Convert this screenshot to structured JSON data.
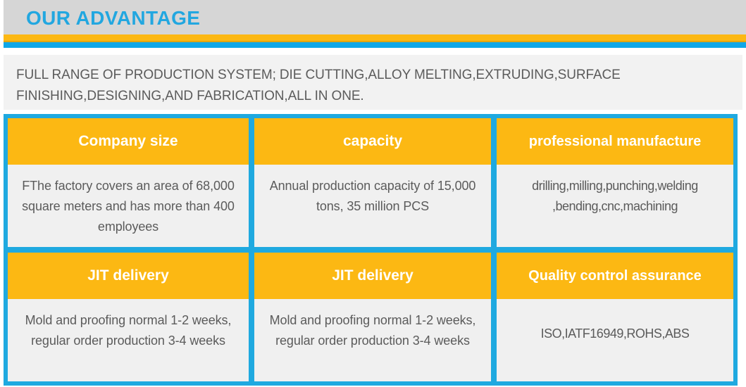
{
  "header": {
    "title": "OUR ADVANTAGE",
    "title_color": "#22a7e0",
    "band_color": "#d6d6d6",
    "stripe_orange_color": "#fcb813",
    "stripe_blue_color": "#0fa7e8"
  },
  "description": {
    "text": "FULL RANGE OF PRODUCTION SYSTEM; DIE CUTTING,ALLOY MELTING,EXTRUDING,SURFACE FINISHING,DESIGNING,AND FABRICATION,ALL IN ONE.",
    "background_color": "#f2f2f2",
    "text_color": "#5b5b5b"
  },
  "grid": {
    "frame_color": "#1fa9e0",
    "card_header_color": "#fcb813",
    "card_body_color": "#f0f0f0",
    "rows": [
      {
        "cards": [
          {
            "title": "Company size",
            "body": "FThe factory covers an area of 68,000 square meters and has more than 400 employees"
          },
          {
            "title": "capacity",
            "body": "Annual production capacity of 15,000 tons, 35 million PCS"
          },
          {
            "title": "professional manufacture",
            "body": "drilling,milling,punching,welding ,bending,cnc,machining"
          }
        ]
      },
      {
        "cards": [
          {
            "title": "JIT delivery",
            "body": "Mold and proofing normal 1-2 weeks, regular order production 3-4 weeks"
          },
          {
            "title": "JIT delivery",
            "body": "Mold and proofing normal 1-2 weeks, regular order production 3-4 weeks"
          },
          {
            "title": "Quality control assurance",
            "body": "ISO,IATF16949,ROHS,ABS"
          }
        ]
      }
    ]
  }
}
